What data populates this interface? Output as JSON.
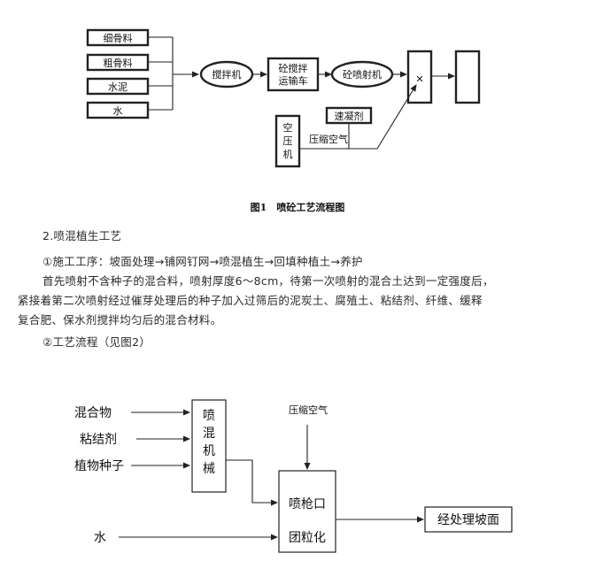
{
  "figure1": {
    "inputs": [
      "细骨料",
      "粗骨料",
      "水泥",
      "水"
    ],
    "mixer": "搅拌机",
    "truck": [
      "砼搅拌",
      "运输车"
    ],
    "sprayer": "砼喷射机",
    "valve_symbol": "✕",
    "accelerator": "速凝剂",
    "compressor": [
      "空",
      "压",
      "机"
    ],
    "compressed_air": "压缩空气",
    "caption": "图1　喷砼工艺流程图"
  },
  "text": {
    "heading": "2.喷混植生工艺",
    "procedure": "①施工工序：坡面处理→铺网钉网→喷混植生→回填种植土→养护",
    "para1": "首先喷射不含种子的混合料，喷射厚度6～8cm，待第一次喷射的混合土达到一定强度后，",
    "para2": "紧接着第二次喷射经过催芽处理后的种子加入过筛后的泥炭土、腐殖土、粘结剂、纤维、缓释",
    "para3": "复合肥、保水剂搅拌均匀后的混合材料。",
    "flow_title": "②工艺流程（见图2）"
  },
  "figure2": {
    "inputs": [
      "混合物",
      "粘结剂",
      "植物种子"
    ],
    "machine": [
      "喷",
      "混",
      "机",
      "械"
    ],
    "compressed_air": "压缩空气",
    "gun_top": "喷枪口",
    "gun_bottom": "团粒化",
    "water": "水",
    "output": "经处理坡面"
  }
}
